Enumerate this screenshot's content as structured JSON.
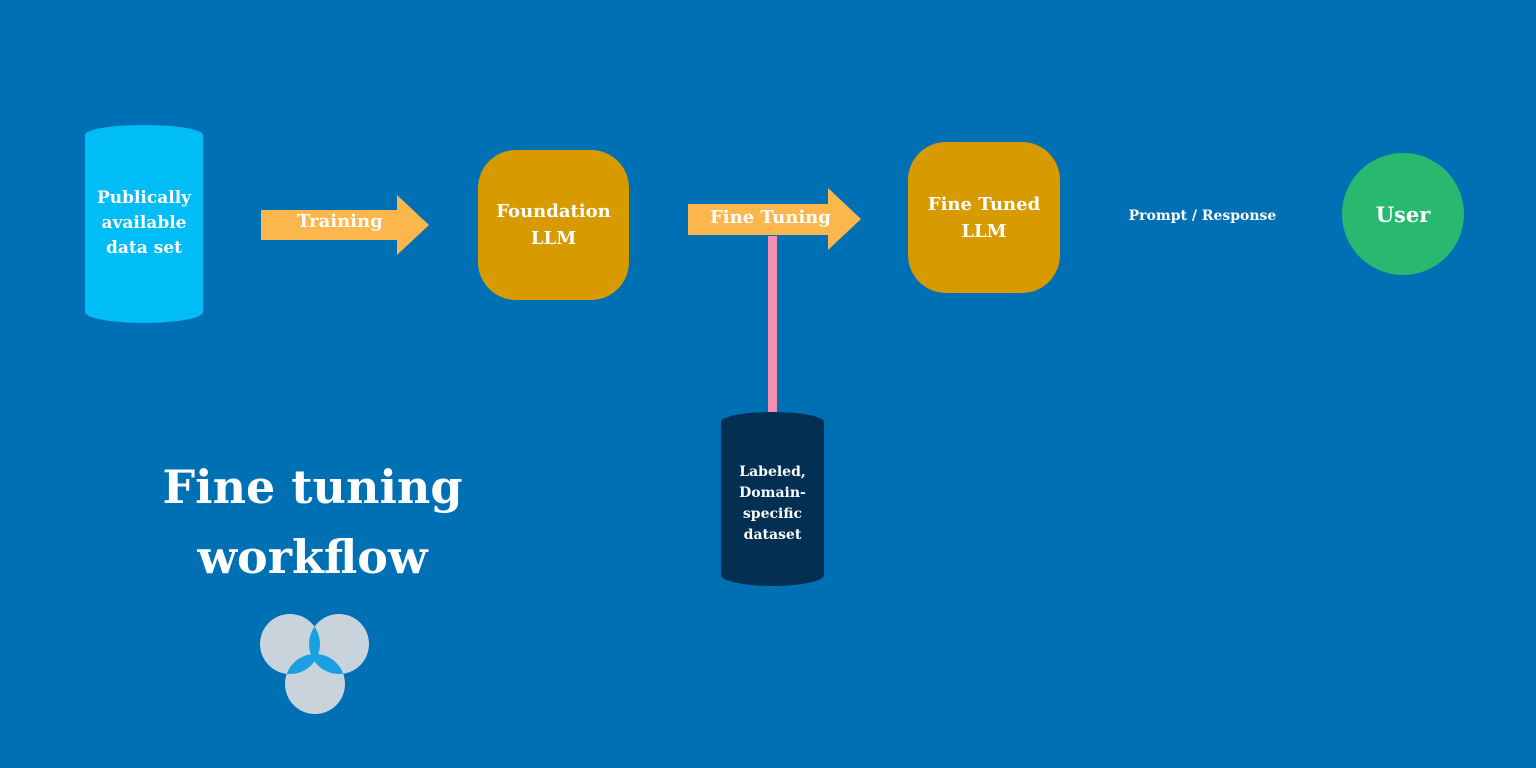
{
  "colors": {
    "background": "#0070b4",
    "public_dataset": "#00bcf7",
    "llm_box": "#d79a00",
    "arrow": "#fcb74c",
    "connector": "#f48fb1",
    "domain_dataset": "#032f52",
    "user": "#29b870",
    "logo_circle": "#c9d3dc",
    "logo_overlap": "#1aa0e0"
  },
  "nodes": {
    "public_dataset": {
      "label": "Publically\navailable\ndata set"
    },
    "foundation_llm": {
      "label": "Foundation\nLLM"
    },
    "fine_tuned_llm": {
      "label": "Fine Tuned\nLLM"
    },
    "domain_dataset": {
      "label": "Labeled,\nDomain-\nspecific\ndataset"
    },
    "user": {
      "label": "User"
    }
  },
  "edges": {
    "training": {
      "label": "Training"
    },
    "fine_tuning": {
      "label": "Fine Tuning"
    },
    "prompt_response": {
      "label": "Prompt / Response"
    }
  },
  "title": "Fine tuning\nworkflow",
  "logo": {
    "icon": "three-overlapping-circles-logo"
  }
}
